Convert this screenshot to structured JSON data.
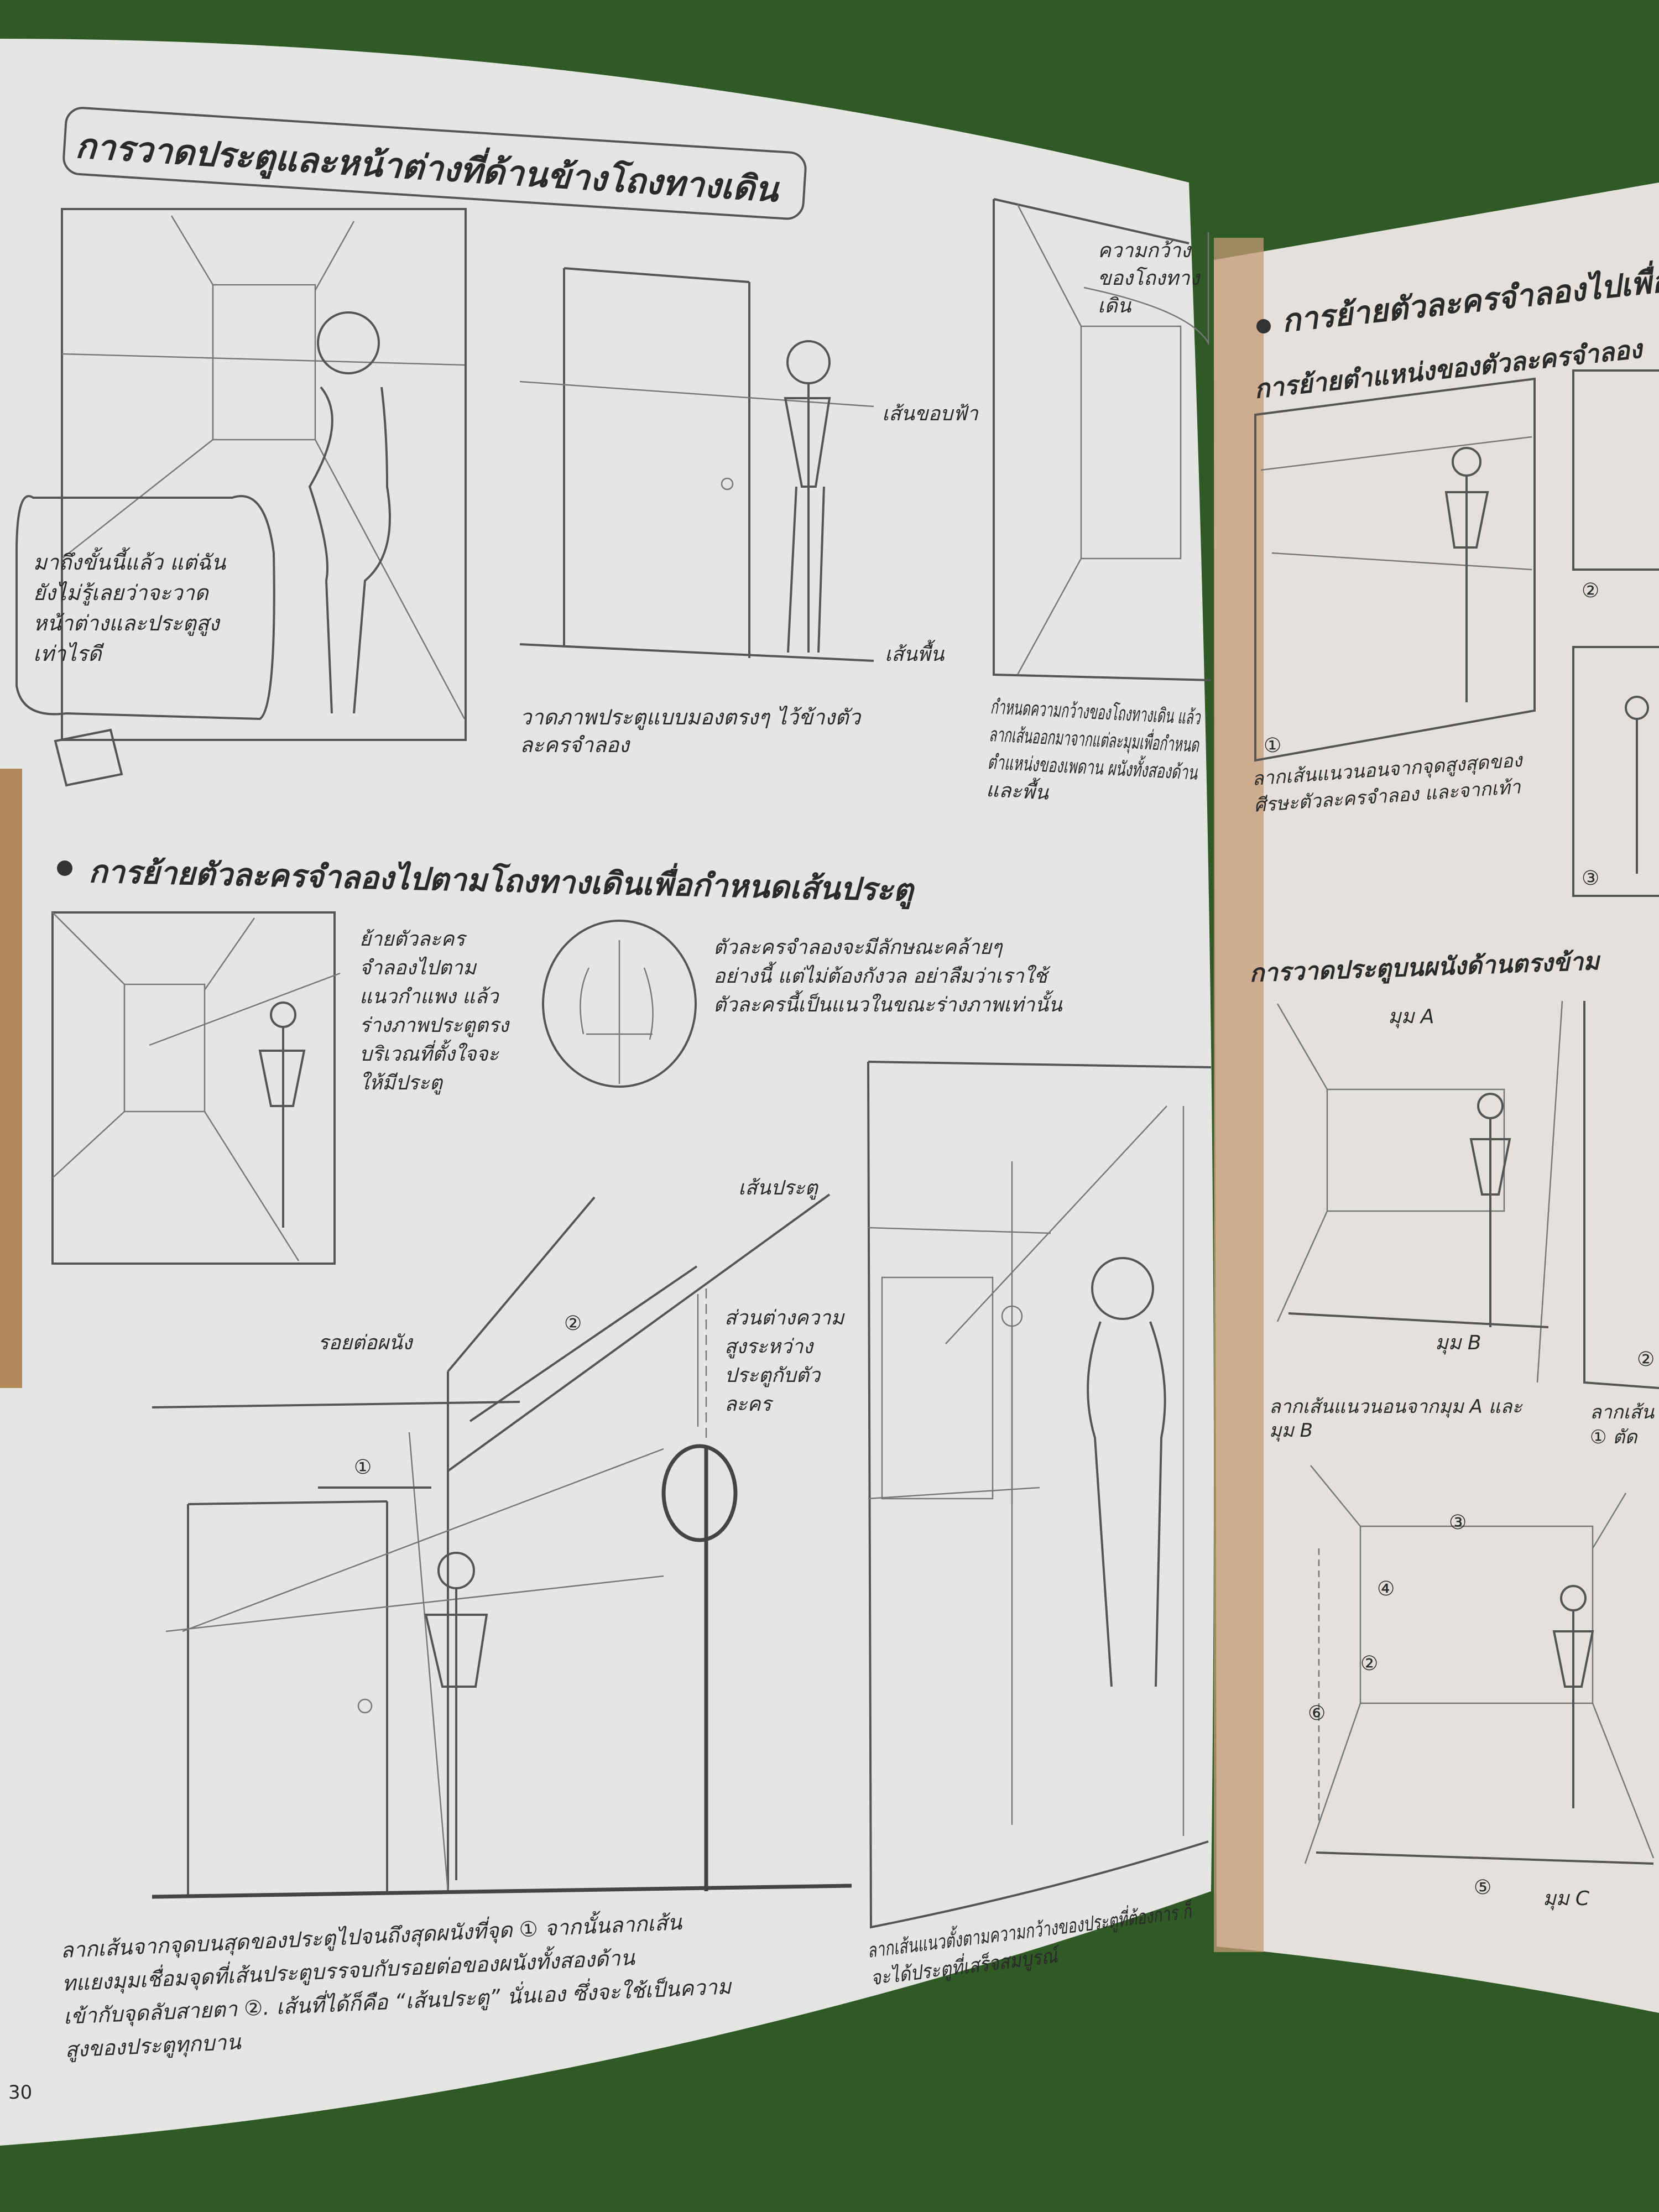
{
  "colors": {
    "grass": "#2f5a26",
    "page": "#e6e6e3",
    "page_shadow": "#c9b9a8",
    "ink": "#2a2a2a"
  },
  "left_page": {
    "page_number": "30",
    "title": "การวาดประตูและหน้าต่างที่ด้านข้างโถงทางเดิน",
    "speech_bubble": [
      "มาถึงขั้นนี้แล้ว แต่ฉัน",
      "ยังไม่รู้เลยว่าจะวาด",
      "หน้าต่างและประตูสูง",
      "เท่าไรดี"
    ],
    "door_labels": {
      "shoulder": "เส้นขอบฟ้า",
      "floor": "เส้นพื้น"
    },
    "door_caption": [
      "วาดภาพประตูแบบมองตรงๆ ไว้ข้างตัว",
      "ละครจำลอง"
    ],
    "corridor_label": [
      "ความกว้าง",
      "ของโถงทาง",
      "เดิน"
    ],
    "corridor_caption": [
      "กำหนดความกว้างของโถงทางเดิน แล้ว",
      "ลากเส้นออกมาจากแต่ละมุมเพื่อกำหนด",
      "ตำแหน่งของเพดาน ผนังทั้งสองด้าน",
      "และพื้น"
    ],
    "section2_heading": "การย้ายตัวละครจำลองไปตามโถงทางเดินเพื่อกำหนดเส้นประตู",
    "move_text": [
      "ย้ายตัวละคร",
      "จำลองไปตาม",
      "แนวกำแพง แล้ว",
      "ร่างภาพประตูตรง",
      "บริเวณที่ตั้งใจจะ",
      "ให้มีประตู"
    ],
    "mannequin_note": [
      "ตัวละครจำลองจะมีลักษณะคล้ายๆ",
      "อย่างนี้ แต่ไม่ต้องกังวล อย่าลืมว่าเราใช้",
      "ตัวละครนี้เป็นแนวในขณะร่างภาพเท่านั้น"
    ],
    "diagram_labels": {
      "door_line": "เส้นประตู",
      "wall_joint": "รอยต่อผนัง",
      "step1": "①",
      "step2": "②",
      "height_diff": [
        "ส่วนต่างความ",
        "สูงระหว่าง",
        "ประตูกับตัว",
        "ละคร"
      ]
    },
    "diagram_caption": [
      "ลากเส้นจากจุดบนสุดของประตูไปจนถึงสุดผนังที่จุด ① จากนั้นลากเส้น",
      "ทแยงมุมเชื่อมจุดที่เส้นประตูบรรจบกับรอยต่อของผนังทั้งสองด้าน",
      "เข้ากับจุดลับสายตา ②. เส้นที่ได้ก็คือ “เส้นประตู” นั่นเอง ซึ่งจะใช้เป็นความ",
      "สูงของประตูทุกบาน"
    ],
    "final_caption": [
      "ลากเส้นแนวตั้งตามความกว้างของประตูที่ต้องการ ก็",
      "จะได้ประตูที่เสร็จสมบูรณ์"
    ]
  },
  "right_page": {
    "heading": "การย้ายตัวละครจำลองไปเพื่อวาด",
    "subheading1": "การย้ายตำแหน่งของตัวละครจำลอง",
    "markers1": [
      "①",
      "②",
      "③"
    ],
    "caption1": [
      "ลากเส้นแนวนอนจากจุดสูงสุดของ",
      "ศีรษะตัวละครจำลอง และจากเท้า"
    ],
    "subheading2": "การวาดประตูบนผนังด้านตรงข้าม",
    "corner_a": "มุม A",
    "corner_b": "มุม B",
    "corner_c": "มุม C",
    "caption2": [
      "ลากเส้นแนวนอนจากมุม A และ",
      "มุม B"
    ],
    "caption3_partial": [
      "ลากเส้น",
      "① ตัด"
    ],
    "marker2": "②",
    "markers3": [
      "③",
      "④",
      "②",
      "⑥",
      "⑤"
    ]
  }
}
